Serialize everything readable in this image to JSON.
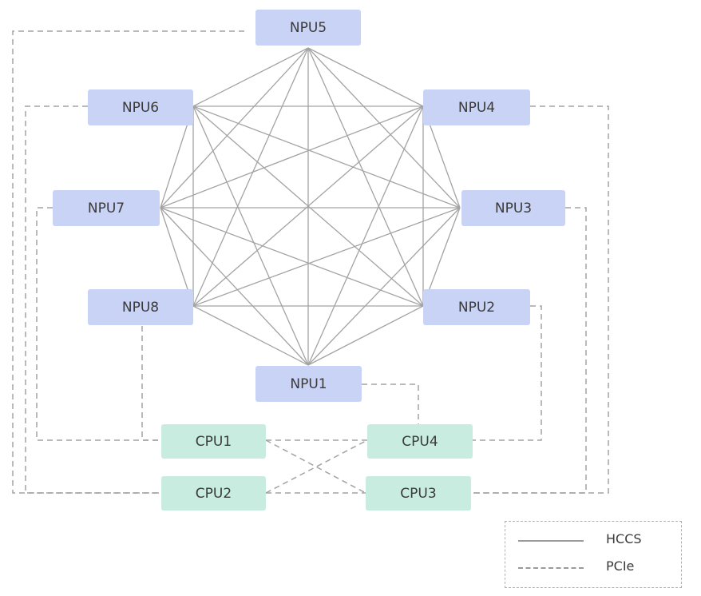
{
  "nodes": {
    "npu1": "NPU1",
    "npu2": "NPU2",
    "npu3": "NPU3",
    "npu4": "NPU4",
    "npu5": "NPU5",
    "npu6": "NPU6",
    "npu7": "NPU7",
    "npu8": "NPU8",
    "cpu1": "CPU1",
    "cpu2": "CPU2",
    "cpu3": "CPU3",
    "cpu4": "CPU4"
  },
  "links": {
    "hccs": "full-mesh between NPU1-NPU8",
    "pcie": [
      [
        "NPU5",
        "CPU2"
      ],
      [
        "NPU6",
        "CPU2"
      ],
      [
        "NPU7",
        "CPU1"
      ],
      [
        "NPU8",
        "CPU1"
      ],
      [
        "NPU4",
        "CPU3"
      ],
      [
        "NPU3",
        "CPU3"
      ],
      [
        "NPU2",
        "CPU4"
      ],
      [
        "NPU1",
        "CPU4"
      ],
      [
        "CPU1",
        "CPU4"
      ],
      [
        "CPU1",
        "CPU3"
      ],
      [
        "CPU2",
        "CPU4"
      ],
      [
        "CPU2",
        "CPU3"
      ]
    ]
  },
  "legend": {
    "solid_label": "HCCS",
    "dashed_label": "PCIe"
  },
  "colors": {
    "npu_fill": "#c9d3f6",
    "cpu_fill": "#c9ece0",
    "hccs_line": "#a3a3a3",
    "pcie_line": "#a3a3a3"
  }
}
